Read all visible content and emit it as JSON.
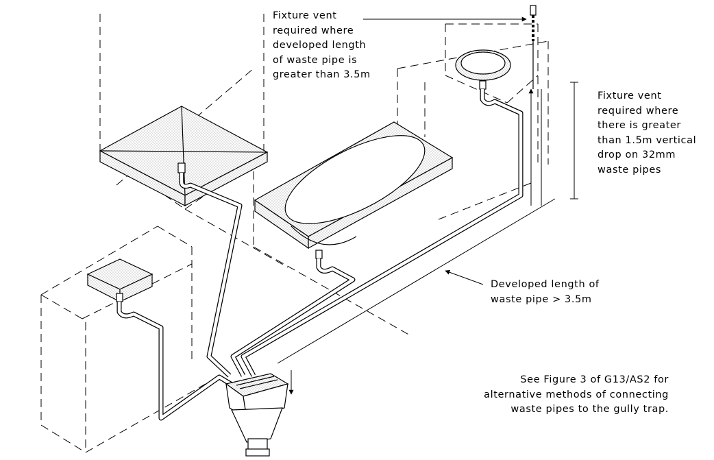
{
  "annotations": {
    "fixture_vent_developed": "Fixture vent\nrequired where\ndeveloped length\nof waste pipe is\ngreater than 3.5m",
    "fixture_vent_vertical": "Fixture vent\nrequired where\nthere is greater\nthan 1.5m vertical\ndrop on 32mm\nwaste pipes",
    "developed_length": "Developed length of\nwaste pipe > 3.5m",
    "see_figure": "See Figure 3 of G13/AS2 for\nalternative methods of connecting\nwaste pipes to the gully trap."
  },
  "fixtures": [
    "shower-tray",
    "bath",
    "basin",
    "laundry-tub",
    "gully-trap"
  ],
  "colors": {
    "line": "#000000",
    "stipple": "#b0b0b0",
    "background": "#ffffff"
  }
}
